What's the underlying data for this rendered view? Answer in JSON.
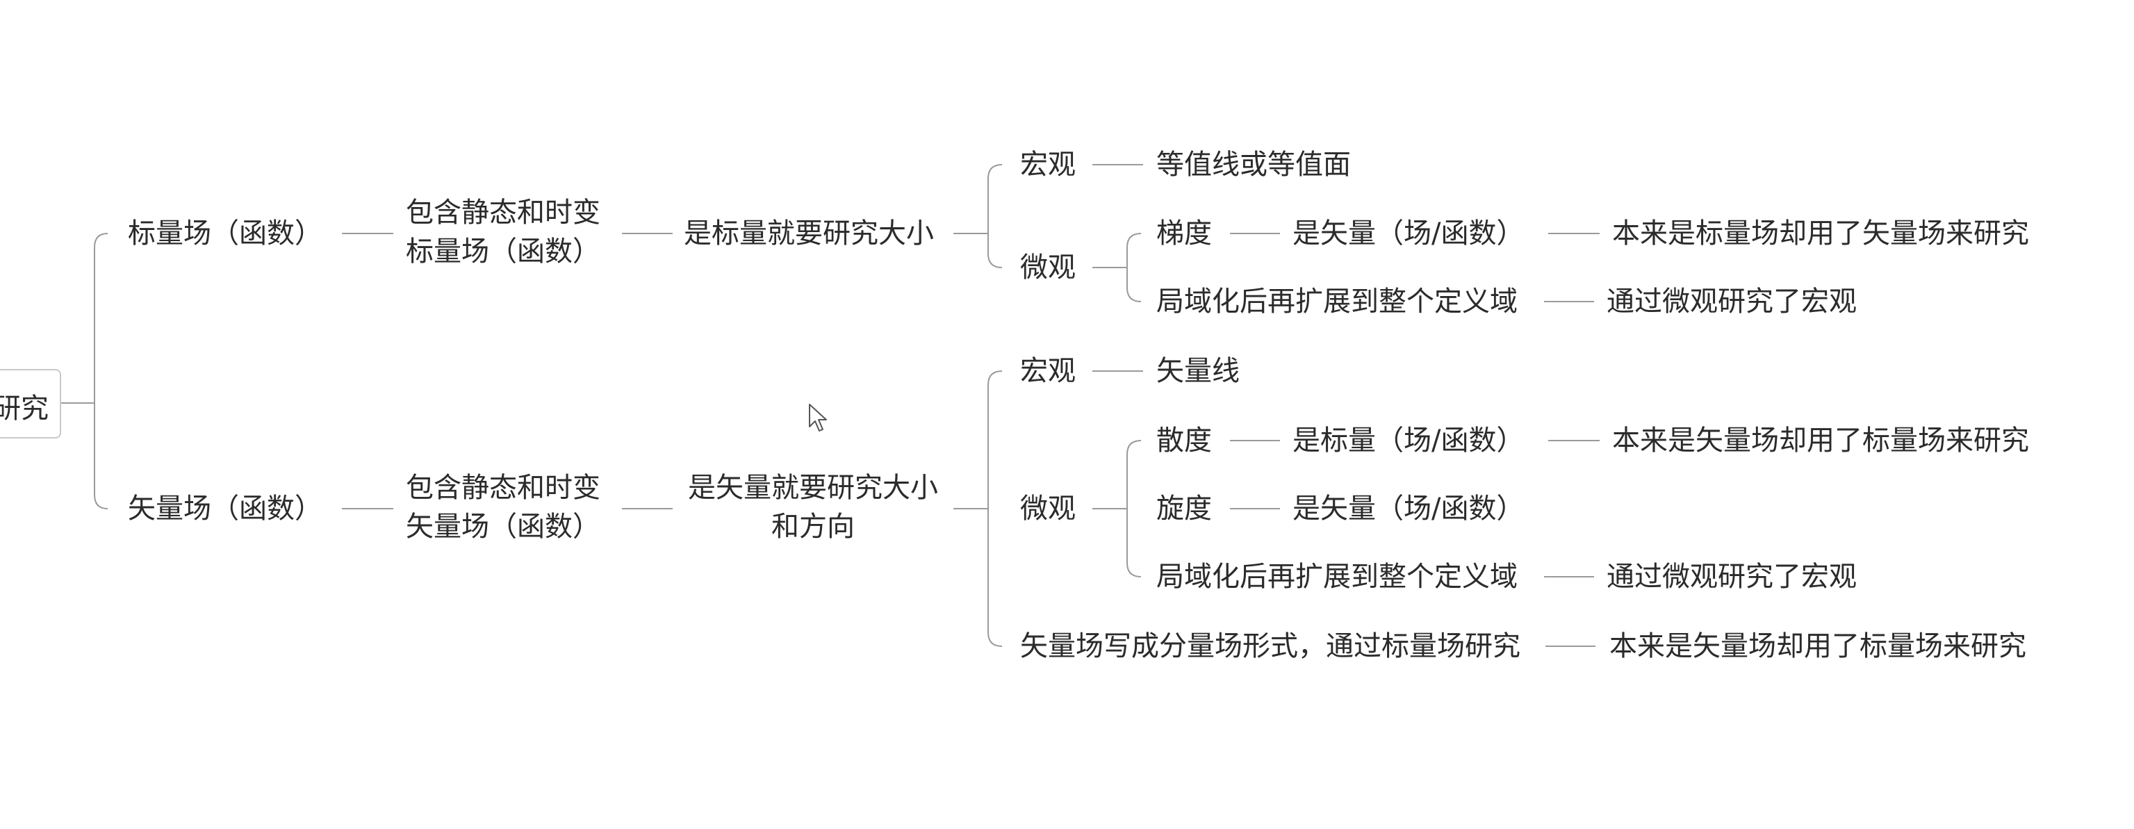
{
  "mindmap": {
    "root": {
      "label": "研究"
    },
    "scalar_branch": {
      "label": "标量场（函数）",
      "desc": [
        "包含静态和时变",
        "标量场（函数）"
      ],
      "research": "是标量就要研究大小",
      "macro": {
        "label": "宏观",
        "child": "等值线或等值面"
      },
      "micro": {
        "label": "微观",
        "gradient": {
          "label": "梯度",
          "type": "是矢量（场/函数）",
          "note": "本来是标量场却用了矢量场来研究"
        },
        "localize": {
          "label": "局域化后再扩展到整个定义域",
          "note": "通过微观研究了宏观"
        }
      }
    },
    "vector_branch": {
      "label": "矢量场（函数）",
      "desc": [
        "包含静态和时变",
        "矢量场（函数）"
      ],
      "research": [
        "是矢量就要研究大小",
        "和方向"
      ],
      "macro": {
        "label": "宏观",
        "child": "矢量线"
      },
      "micro": {
        "label": "微观",
        "divergence": {
          "label": "散度",
          "type": "是标量（场/函数）",
          "note": "本来是矢量场却用了标量场来研究"
        },
        "curl": {
          "label": "旋度",
          "type": "是矢量（场/函数）"
        },
        "localize": {
          "label": "局域化后再扩展到整个定义域",
          "note": "通过微观研究了宏观"
        }
      },
      "component": {
        "label": "矢量场写成分量场形式，通过标量场研究",
        "note": "本来是矢量场却用了标量场来研究"
      }
    }
  }
}
